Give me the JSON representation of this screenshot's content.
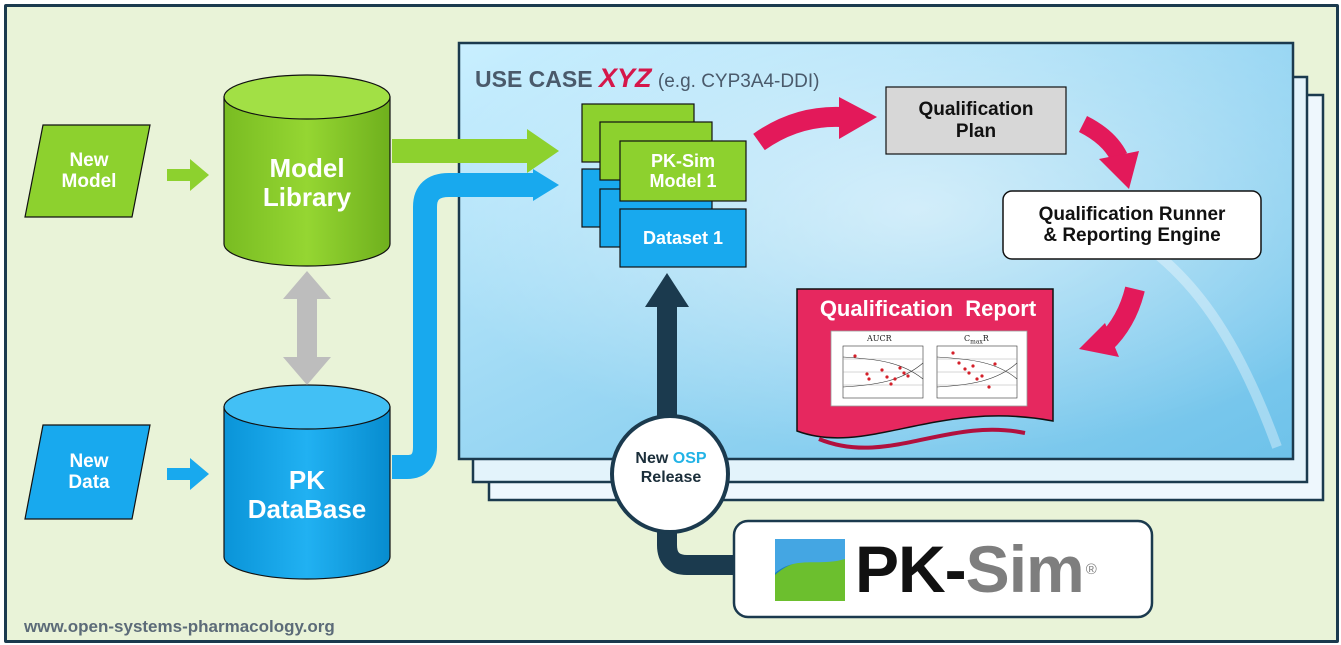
{
  "colors": {
    "green": "#8dd12e",
    "blue": "#18a9ee",
    "pink": "#e3195a",
    "navy": "#1b3a4e",
    "grey_arrow": "#bdbdbd"
  },
  "inputs": {
    "new_model": "New\nModel",
    "new_data": "New\nData"
  },
  "stores": {
    "model_library": "Model\nLibrary",
    "pk_database": "PK\nDataBase"
  },
  "use_case": {
    "prefix": "USE CASE ",
    "name": "XYZ",
    "example": "(e.g. CYP3A4-DDI)"
  },
  "models": {
    "pksim_model": "PK-Sim\nModel 1",
    "dataset": "Dataset 1"
  },
  "workflow": {
    "qualification_plan": "Qualification\nPlan",
    "runner": "Qualification Runner\n& Reporting Engine",
    "report_title": "Qualification  Report",
    "plot_left_title": "AUCR",
    "plot_right_title": "C",
    "plot_right_sub": "max",
    "plot_right_suffix": "R"
  },
  "release": {
    "new": "New",
    "logo": "OSP",
    "label": "Release"
  },
  "pksim": {
    "name_a": "PK-",
    "name_b": "Sim",
    "mark": "®"
  },
  "footer": "www.open-systems-pharmacology.org"
}
